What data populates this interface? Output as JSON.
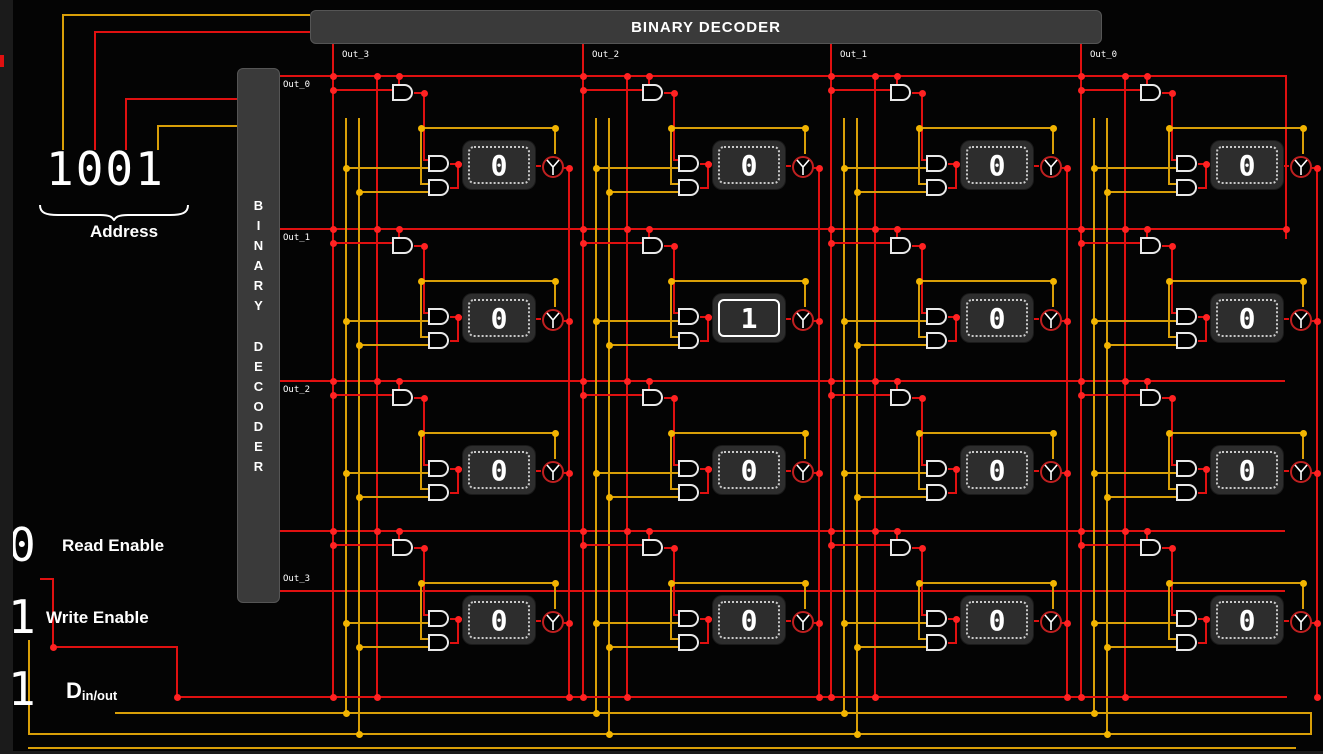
{
  "top_decoder": {
    "title": "BINARY DECODER",
    "outputs": [
      "Out_3",
      "Out_2",
      "Out_1",
      "Out_0"
    ]
  },
  "left_decoder": {
    "title": "BINARY DECODER",
    "letters": [
      "B",
      "I",
      "N",
      "A",
      "R",
      "Y",
      "D",
      "E",
      "C",
      "O",
      "D",
      "E",
      "R"
    ],
    "outputs": [
      "Out_0",
      "Out_1",
      "Out_2",
      "Out_3"
    ]
  },
  "address": {
    "value": "1001",
    "label": "Address"
  },
  "controls": [
    {
      "value": "0",
      "label": "Read Enable"
    },
    {
      "value": "1",
      "label": "Write Enable"
    },
    {
      "value": "1",
      "label": "D",
      "sub": "in/out"
    }
  ],
  "memory": {
    "rows": 4,
    "cols": 4,
    "values": [
      [
        "0",
        "0",
        "0",
        "0"
      ],
      [
        "0",
        "1",
        "0",
        "0"
      ],
      [
        "0",
        "0",
        "0",
        "0"
      ],
      [
        "0",
        "0",
        "0",
        "0"
      ]
    ]
  },
  "colors": {
    "wire_low": "#e01010",
    "wire_high": "#d99f08",
    "dot_low": "#ff2222",
    "dot_high": "#f2b400",
    "panel": "#3a3a3a",
    "display_bg": "#2d2d2d",
    "led_ring": "#c02020"
  }
}
